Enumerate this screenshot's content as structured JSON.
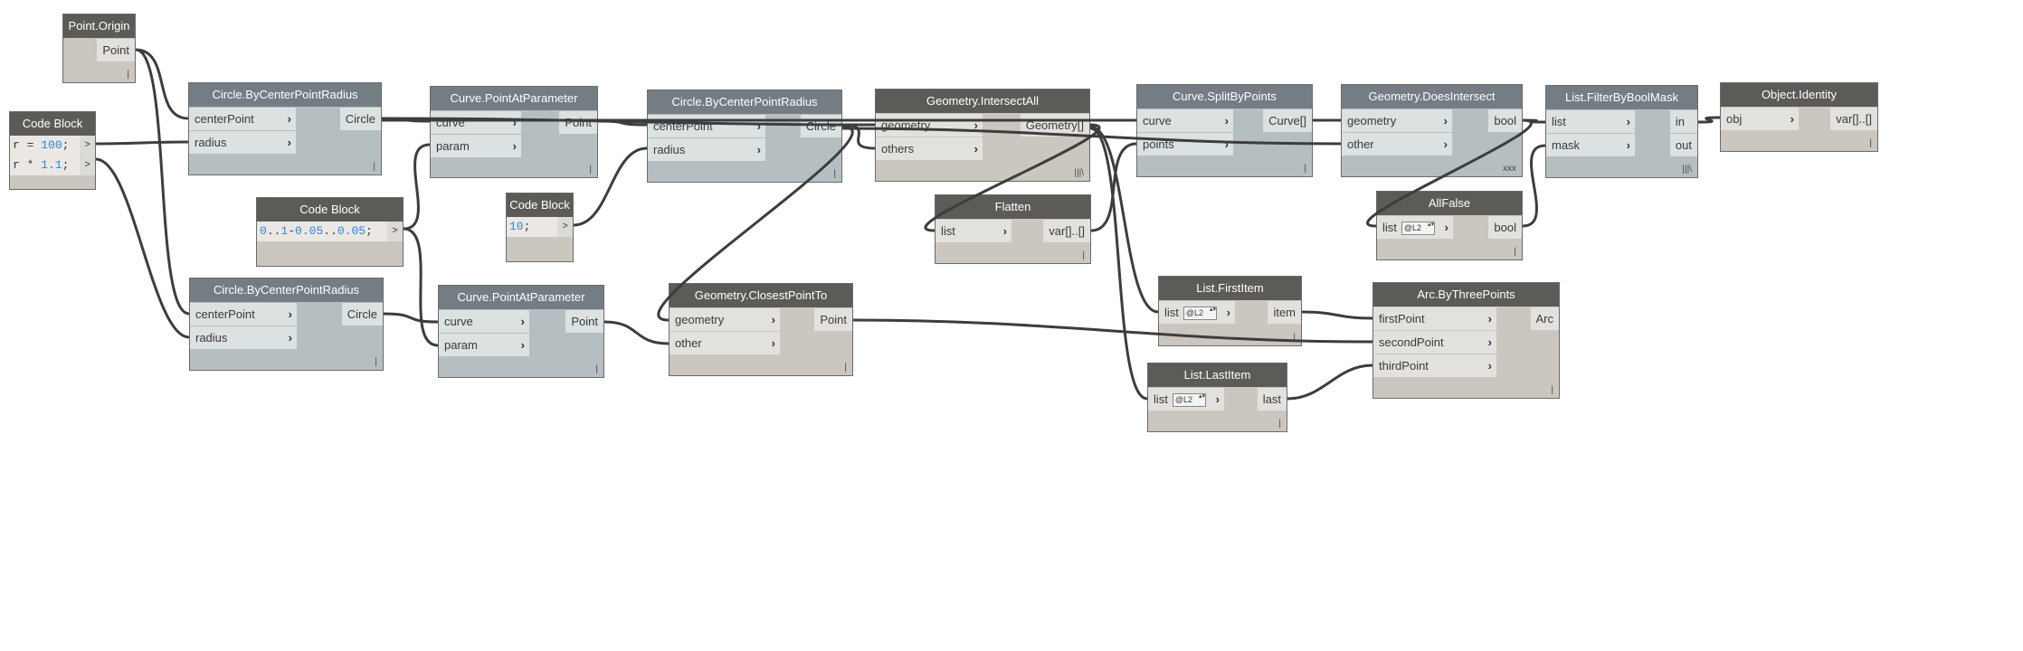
{
  "nodes": {
    "point_origin": {
      "title": "Point.Origin",
      "outputs": [
        "Point"
      ],
      "lacing": "|"
    },
    "code_block_1": {
      "title": "Code Block",
      "lines": [
        [
          "r = ",
          "100",
          ";"
        ],
        [
          "r * ",
          "1.1",
          ";"
        ]
      ],
      "out": ">"
    },
    "circle_1": {
      "title": "Circle.ByCenterPointRadius",
      "inputs": [
        "centerPoint",
        "radius"
      ],
      "outputs": [
        "Circle"
      ],
      "lacing": "|"
    },
    "curve_pap_1": {
      "title": "Curve.PointAtParameter",
      "inputs": [
        "curve",
        "param"
      ],
      "outputs": [
        "Point"
      ],
      "lacing": "|"
    },
    "code_block_2": {
      "title": "Code Block",
      "lines": [
        [
          "",
          "0",
          "..",
          "1",
          "-",
          "0.05",
          "..",
          "0.05",
          ";"
        ]
      ],
      "out": ">"
    },
    "code_block_3": {
      "title": "Code Block",
      "lines": [
        [
          "",
          "10",
          ";"
        ]
      ],
      "out": ">"
    },
    "circle_2": {
      "title": "Circle.ByCenterPointRadius",
      "inputs": [
        "centerPoint",
        "radius"
      ],
      "outputs": [
        "Circle"
      ],
      "lacing": "|"
    },
    "curve_pap_2": {
      "title": "Curve.PointAtParameter",
      "inputs": [
        "curve",
        "param"
      ],
      "outputs": [
        "Point"
      ],
      "lacing": "|"
    },
    "circle_3": {
      "title": "Circle.ByCenterPointRadius",
      "inputs": [
        "centerPoint",
        "radius"
      ],
      "outputs": [
        "Circle"
      ],
      "lacing": "|"
    },
    "intersect_all": {
      "title": "Geometry.IntersectAll",
      "inputs": [
        "geometry",
        "others"
      ],
      "outputs": [
        "Geometry[]"
      ],
      "lacing": "|||\\"
    },
    "flatten": {
      "title": "Flatten",
      "inputs": [
        "list"
      ],
      "outputs": [
        "var[]..[]"
      ],
      "lacing": "|"
    },
    "closest_point": {
      "title": "Geometry.ClosestPointTo",
      "inputs": [
        "geometry",
        "other"
      ],
      "outputs": [
        "Point"
      ],
      "lacing": "|"
    },
    "split_by_points": {
      "title": "Curve.SplitByPoints",
      "inputs": [
        "curve",
        "points"
      ],
      "outputs": [
        "Curve[]"
      ],
      "lacing": "|"
    },
    "does_intersect": {
      "title": "Geometry.DoesIntersect",
      "inputs": [
        "geometry",
        "other"
      ],
      "outputs": [
        "bool"
      ],
      "lacing": "xxx"
    },
    "all_false": {
      "title": "AllFalse",
      "inputs": [
        "list"
      ],
      "level": "@L2",
      "outputs": [
        "bool"
      ],
      "lacing": "|"
    },
    "filter_mask": {
      "title": "List.FilterByBoolMask",
      "inputs": [
        "list",
        "mask"
      ],
      "outputs": [
        "in",
        "out"
      ],
      "lacing": "|||\\"
    },
    "object_identity": {
      "title": "Object.Identity",
      "inputs": [
        "obj"
      ],
      "outputs": [
        "var[]..[]"
      ],
      "lacing": "|"
    },
    "first_item": {
      "title": "List.FirstItem",
      "inputs": [
        "list"
      ],
      "level": "@L2",
      "outputs": [
        "item"
      ],
      "lacing": "|"
    },
    "last_item": {
      "title": "List.LastItem",
      "inputs": [
        "list"
      ],
      "level": "@L2",
      "outputs": [
        "last"
      ],
      "lacing": "|"
    },
    "arc": {
      "title": "Arc.ByThreePoints",
      "inputs": [
        "firstPoint",
        "secondPoint",
        "thirdPoint"
      ],
      "outputs": [
        "Arc"
      ],
      "lacing": "|"
    }
  },
  "colors": {
    "wire": "#3d3d3d",
    "header_dark": "#5d5b58",
    "header_blue": "#737d83",
    "code_number": "#2b87e0"
  }
}
